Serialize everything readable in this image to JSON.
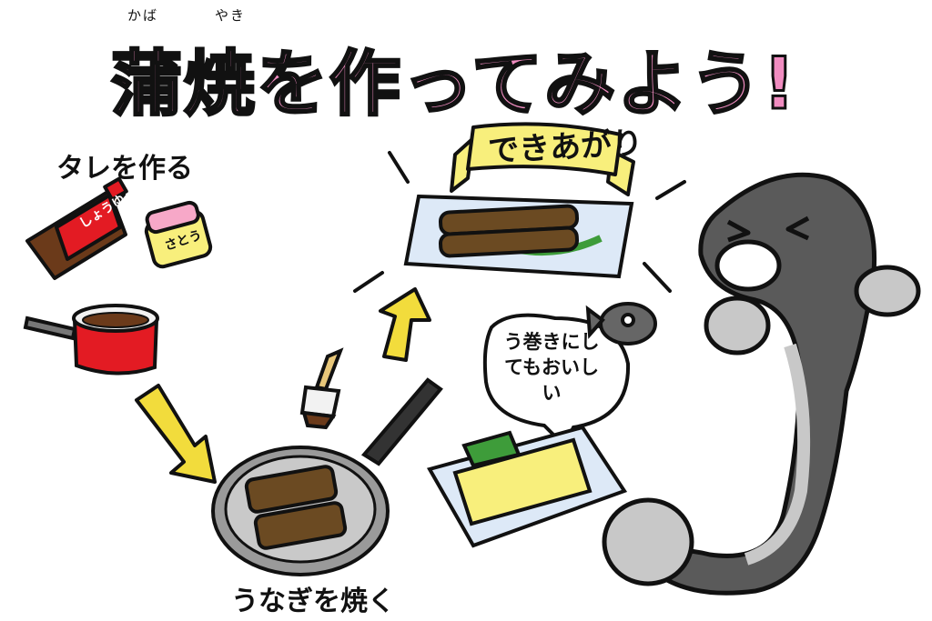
{
  "title": {
    "text": "蒲焼を作ってみよう!",
    "ruby_kaba": "かば",
    "ruby_yaki": "やき",
    "color": "#f08cc0"
  },
  "steps": {
    "make_sauce": "タレを作る",
    "grill_eel": "うなぎを焼く",
    "done_banner": "できあがり"
  },
  "bottle_labels": {
    "soy_sauce": "しょうゆ",
    "sugar": "さとう"
  },
  "bubble": {
    "text": "う巻きにしてもおいしい"
  },
  "colors": {
    "eel_body": "#5a5a5a",
    "eel_belly": "#c8c8c8",
    "pot": "#e31b23",
    "arrow": "#f2dc3c",
    "banner": "#f8ef7c",
    "plate": "#dde9f7",
    "egg": "#f8ef7c",
    "leaf": "#3e9c3a",
    "kabayaki": "#6b4a22"
  }
}
